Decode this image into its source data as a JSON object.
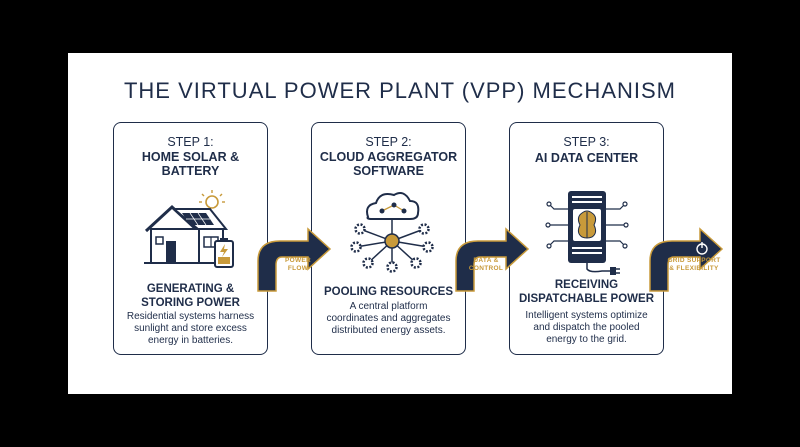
{
  "title": "THE VIRTUAL POWER PLANT (VPP) MECHANISM",
  "steps": [
    {
      "label": "STEP 1:",
      "name": "HOME SOLAR &\nBATTERY",
      "subtitle": "GENERATING &\nSTORING POWER",
      "description": "Residential systems harness\nsunlight and store excess\nenergy in batteries.",
      "icon": "house-solar-battery-icon"
    },
    {
      "label": "STEP 2:",
      "name": "CLOUD AGGREGATOR\nSOFTWARE",
      "subtitle": "POOLING RESOURCES",
      "description": "A central platform\ncoordinates and aggregates\ndistributed energy assets.",
      "icon": "cloud-network-icon"
    },
    {
      "label": "STEP 3:",
      "name": "AI DATA CENTER",
      "subtitle": "RECEIVING\nDISPATCHABLE POWER",
      "description": "Intelligent systems optimize\nand dispatch the pooled\nenergy to the grid.",
      "icon": "ai-server-icon"
    }
  ],
  "flows": [
    {
      "label": "POWER\nFLOW"
    },
    {
      "label": "DATA &\nCONTROL"
    },
    {
      "label": "GRID SUPPORT\n& FLEXIBILITY"
    }
  ],
  "colors": {
    "navy": "#1f2d49",
    "gold": "#c89a3a",
    "background": "#000000",
    "panel": "#ffffff"
  }
}
